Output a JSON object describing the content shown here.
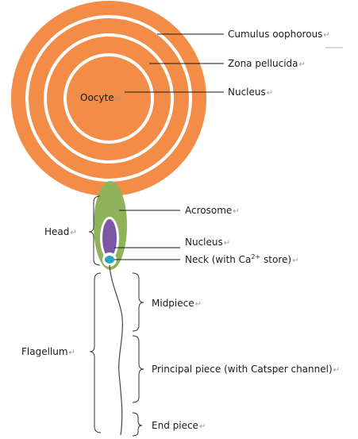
{
  "oocyte": {
    "layers": {
      "cumulus_oophorous": "Cumulus oophorous",
      "zona_pellucida": "Zona pellucida",
      "nucleus": "Nucleus"
    },
    "center_label": "Oocyte"
  },
  "sperm": {
    "regions": {
      "head": "Head",
      "flagellum": "Flagellum"
    },
    "parts": {
      "acrosome": "Acrosome",
      "nucleus": "Nucleus",
      "neck_prefix": "Neck (with Ca",
      "neck_sup": "2+",
      "neck_suffix": " store)",
      "midpiece": "Midpiece",
      "principal_piece": "Principal piece (with Catsper channel)",
      "end_piece": "End piece"
    }
  },
  "paragraph_mark": "↵",
  "colors": {
    "oocyte_fill": "#f28c47",
    "ring_stroke": "#ffffff",
    "acrosome": "#8fb35a",
    "sperm_nucleus": "#7b57a6",
    "neck": "#2aa3c2",
    "leader_line": "#1a1a1a",
    "brace": "#333333"
  }
}
